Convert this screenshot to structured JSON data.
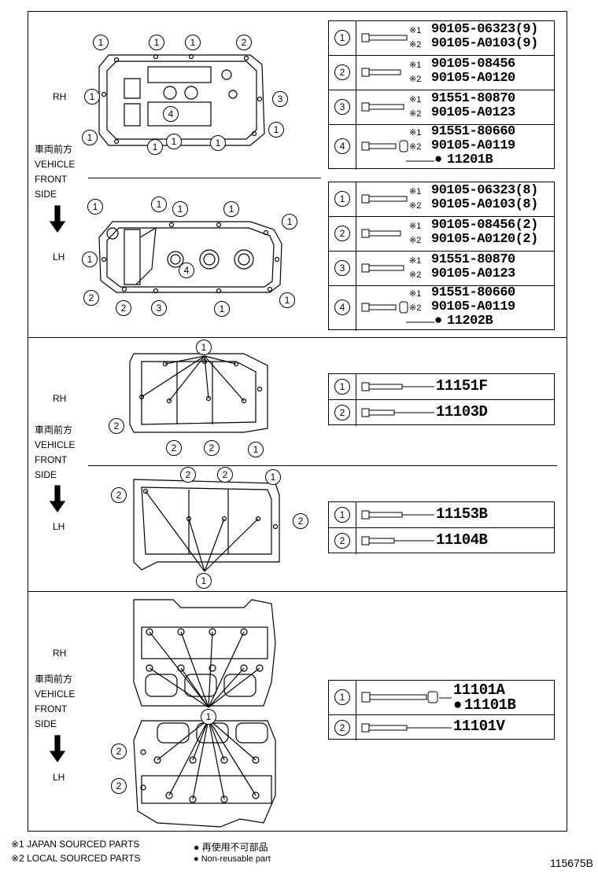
{
  "markers": {
    "japan": "※1",
    "local": "※2",
    "nonreusable": "●"
  },
  "sections": {
    "cover": {
      "rh_label": "RH",
      "lh_label": "LH",
      "dir_lines": [
        "車両前方",
        "VEHICLE",
        "FRONT",
        "SIDE"
      ],
      "rh_table": [
        {
          "num": "1",
          "p1": "90105-06323(9)",
          "p2": "90105-A0103(9)"
        },
        {
          "num": "2",
          "p1": "90105-08456",
          "p2": "90105-A0120"
        },
        {
          "num": "3",
          "p1": "91551-80870",
          "p2": "90105-A0123"
        },
        {
          "num": "4",
          "p1": "91551-80660",
          "p2": "90105-A0119",
          "p3": "11201B"
        }
      ],
      "lh_table": [
        {
          "num": "1",
          "p1": "90105-06323(8)",
          "p2": "90105-A0103(8)"
        },
        {
          "num": "2",
          "p1": "90105-08456(2)",
          "p2": "90105-A0120(2)"
        },
        {
          "num": "3",
          "p1": "91551-80870",
          "p2": "90105-A0123"
        },
        {
          "num": "4",
          "p1": "91551-80660",
          "p2": "90105-A0119",
          "p3": "11202B"
        }
      ]
    },
    "housing": {
      "rh_label": "RH",
      "lh_label": "LH",
      "dir_lines": [
        "車両前方",
        "VEHICLE",
        "FRONT",
        "SIDE"
      ],
      "rh_table": [
        {
          "num": "1",
          "p1": "11151F"
        },
        {
          "num": "2",
          "p1": "11103D"
        }
      ],
      "lh_table": [
        {
          "num": "1",
          "p1": "11153B"
        },
        {
          "num": "2",
          "p1": "11104B"
        }
      ]
    },
    "head": {
      "rh_label": "RH",
      "lh_label": "LH",
      "dir_lines": [
        "車両前方",
        "VEHICLE",
        "FRONT",
        "SIDE"
      ],
      "table": [
        {
          "num": "1",
          "p1": "11101A",
          "p2": "11101B"
        },
        {
          "num": "2",
          "p1": "11101V"
        }
      ]
    }
  },
  "legend": {
    "japan": "JAPAN SOURCED PARTS",
    "local": "LOCAL SOURCED PARTS",
    "nonreusable_jp": "再使用不可部品",
    "nonreusable_en": "Non-reusable part"
  },
  "figure_code": "115675B"
}
